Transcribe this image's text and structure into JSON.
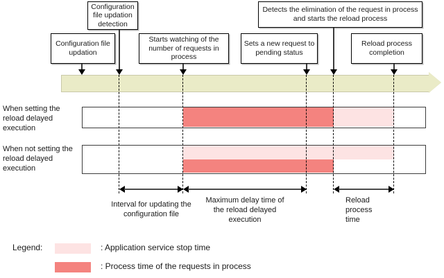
{
  "callouts": [
    {
      "id": "configuration-file-updation-detection",
      "text": "Configuration file updation detection"
    },
    {
      "id": "detects-elimination-starts-reload",
      "text": "Detects the elimination of the request in process and starts the reload process"
    },
    {
      "id": "configuration-file-updation",
      "text": "Configuration file updation"
    },
    {
      "id": "starts-watching-requests",
      "text": "Starts watching of the number of requests in process"
    },
    {
      "id": "sets-new-request-pending",
      "text": "Sets a new request to pending status"
    },
    {
      "id": "reload-process-completion",
      "text": "Reload process completion"
    }
  ],
  "rows": [
    {
      "id": "with-delayed-execution",
      "label": "When setting the reload delayed execution"
    },
    {
      "id": "without-delayed-execution",
      "label": "When not setting the reload delayed execution"
    }
  ],
  "measures": [
    {
      "id": "interval-updating-config",
      "text": "Interval for updating the configuration file"
    },
    {
      "id": "maximum-delay-time",
      "text": "Maximum delay time of the reload delayed execution"
    },
    {
      "id": "reload-process-time",
      "text": "Reload process time"
    }
  ],
  "legend": {
    "title": "Legend:",
    "items": [
      {
        "id": "application-service-stop-time",
        "text": ": Application service stop time",
        "color": "#fde3e3"
      },
      {
        "id": "process-time-requests-in-process",
        "text": ": Process time of the requests in process",
        "color": "#f4837f"
      }
    ]
  },
  "colors": {
    "timeline_band": "#eaebc7",
    "stop_time": "#fde3e3",
    "process_time": "#f4837f",
    "bar_border": "#3d3d3d",
    "guide_line": "#000000"
  },
  "chart_data": {
    "type": "timeline",
    "title": "Reload delayed execution timeline",
    "x_range": [
      118,
      614
    ],
    "event_markers": [
      {
        "label": "Configuration file updation",
        "x": 118
      },
      {
        "label": "Configuration file updation detection",
        "x": 172
      },
      {
        "label": "Starts watching of the number of requests in process",
        "x": 264
      },
      {
        "label": "Sets a new request to pending status",
        "x": 442
      },
      {
        "label": "Detects the elimination of the request in process and starts the reload process",
        "x": 481
      },
      {
        "label": "Reload process completion",
        "x": 568
      }
    ],
    "series": [
      {
        "name": "When setting the reload delayed execution",
        "segments": [
          {
            "kind": "idle",
            "x0": 118,
            "x1": 264
          },
          {
            "kind": "process_time",
            "x0": 264,
            "x1": 481
          },
          {
            "kind": "stop_time",
            "x0": 481,
            "x1": 568
          },
          {
            "kind": "idle",
            "x0": 568,
            "x1": 614
          }
        ]
      },
      {
        "name": "When not setting the reload delayed execution",
        "segments": [
          {
            "kind": "idle",
            "x0": 118,
            "x1": 264
          },
          {
            "kind": "stop_time",
            "x0": 264,
            "x1": 568,
            "lane": "upper"
          },
          {
            "kind": "process_time",
            "x0": 264,
            "x1": 481,
            "lane": "lower"
          },
          {
            "kind": "idle",
            "x0": 568,
            "x1": 614
          }
        ]
      }
    ],
    "spans": [
      {
        "label": "Interval for updating the configuration file",
        "x0": 172,
        "x1": 264
      },
      {
        "label": "Maximum delay time of the reload delayed execution",
        "x0": 264,
        "x1": 442
      },
      {
        "label": "Reload process time",
        "x0": 481,
        "x1": 568
      }
    ]
  }
}
